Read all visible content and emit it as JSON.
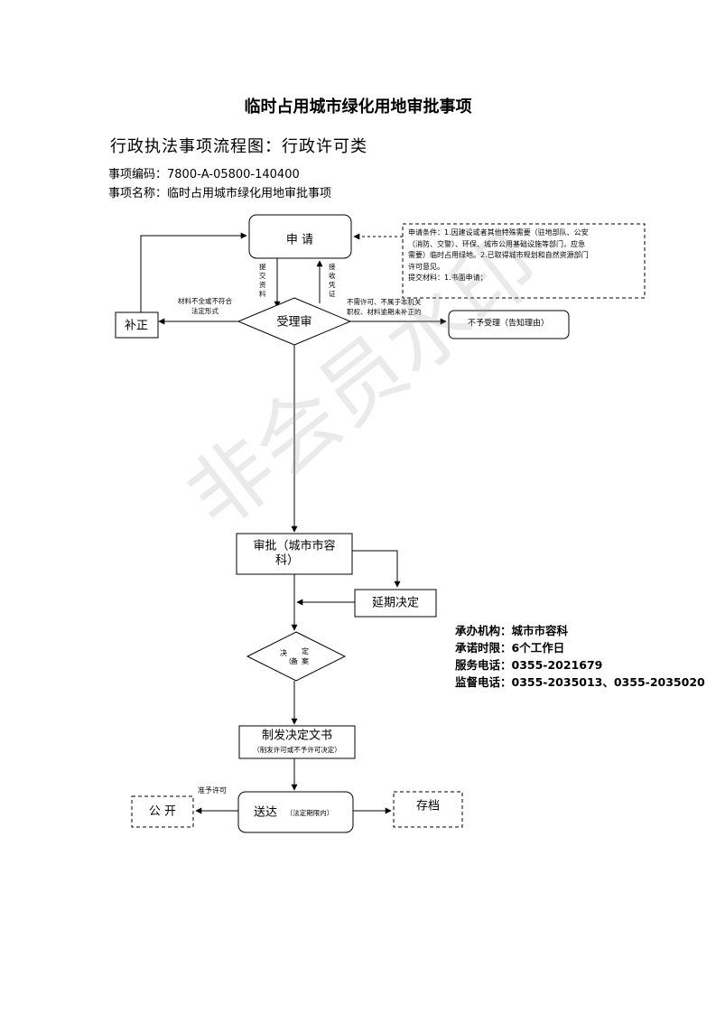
{
  "document": {
    "title": "临时占用城市绿化用地审批事项",
    "subtitle": "行政执法事项流程图：行政许可类",
    "item_code_line": "事项编码：7800-A-05800-140400",
    "item_name_line": "事项名称：临时占用城市绿化用地审批事项"
  },
  "flowchart": {
    "apply": "申 请",
    "submit_label": [
      "提",
      "交",
      "资",
      "料"
    ],
    "receive_label": [
      "接",
      "收",
      "凭",
      "证"
    ],
    "accept": "受理审",
    "supplement": "补正",
    "supplement_reason": [
      "材料不全或不符合",
      "法定形式"
    ],
    "reject_reason": [
      "不需许可、不属于本机关",
      "职权、材料逾期未补正的"
    ],
    "reject": "不予受理（告知理由）",
    "conditions": [
      "申请条件：1.因建设或者其他特殊需要（驻地部队、公安",
      "（消防、交警）、环保、城市公用基础设施等部门，应急",
      "需要）临时占用绿地。2.已取得城市规划和自然资源部门",
      "许可意见。",
      "提交材料：1.书面申请；"
    ],
    "approve": [
      "审批（城市市容",
      "科）"
    ],
    "extend": "延期决定",
    "decide": [
      "决",
      "定",
      "（",
      "备",
      "案"
    ],
    "issue": "制发决定文书",
    "issue_note": "（制发许可或不予许可决定）",
    "deliver": "送达",
    "deliver_note": "（法定期限内）",
    "grant_label": "准予许可",
    "publish": "公 开",
    "archive": "存档"
  },
  "info": {
    "agency": "承办机构：城市市容科",
    "time_limit": "承诺时限：6个工作日",
    "service_phone": "服务电话：0355-2021679",
    "supervise_phone": "监督电话：0355-2035013、0355-2035020"
  },
  "watermark": "非会员水印"
}
